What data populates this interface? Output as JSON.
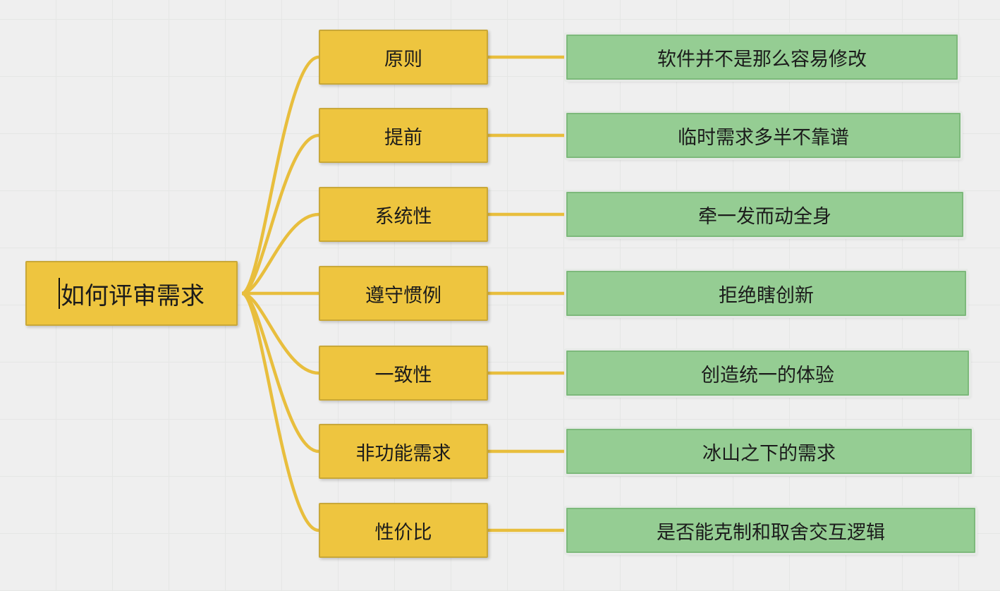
{
  "canvas": {
    "background": "#efefef",
    "grid_line": "#e5e6e5"
  },
  "colors": {
    "canvas_bg": "#efefef",
    "grid_line": "#e5e6e5",
    "branch_fill": "#eec53f",
    "branch_border": "#c9a838",
    "leaf_fill": "#95cd93",
    "leaf_border": "#7db97b",
    "leaf_halo": "#e7eae7",
    "connector": "#e8be3d",
    "text": "#1b1b1b"
  },
  "root": {
    "label": "如何评审需求"
  },
  "branches": [
    {
      "label": "原则",
      "leaf": "软件并不是那么容易修改"
    },
    {
      "label": "提前",
      "leaf": "临时需求多半不靠谱"
    },
    {
      "label": "系统性",
      "leaf": "牵一发而动全身"
    },
    {
      "label": "遵守惯例",
      "leaf": "拒绝瞎创新"
    },
    {
      "label": "一致性",
      "leaf": "创造统一的体验"
    },
    {
      "label": "非功能需求",
      "leaf": "冰山之下的需求"
    },
    {
      "label": "性价比",
      "leaf": "是否能克制和取舍交互逻辑"
    }
  ]
}
